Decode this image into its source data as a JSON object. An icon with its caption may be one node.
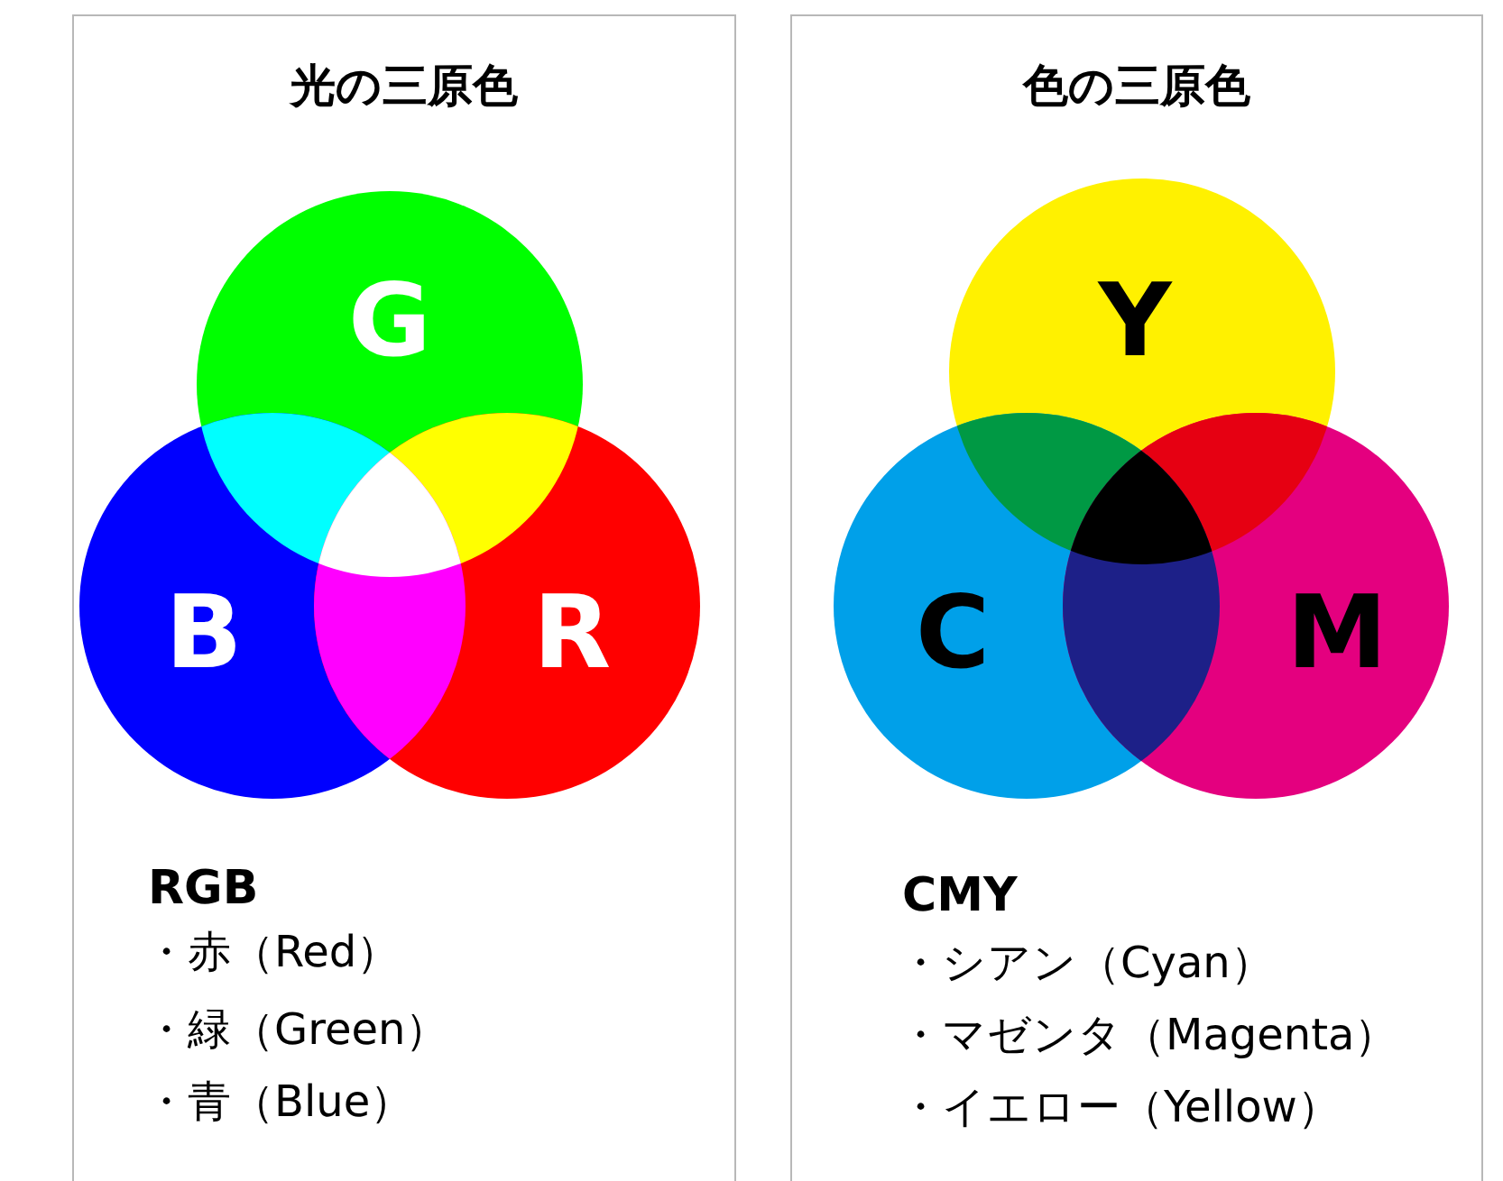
{
  "diagram": {
    "nodes": [
      {
        "text": [
          "光の三原色"
        ]
      },
      {
        "text": [
          "G"
        ],
        "in": 0
      },
      {
        "text": [
          "B"
        ],
        "in": 0
      },
      {
        "text": [
          "R"
        ],
        "in": 0
      },
      {
        "text": [
          "色の三原色"
        ]
      },
      {
        "text": [
          "Y"
        ],
        "in": 4
      },
      {
        "text": [
          "C"
        ],
        "in": 4
      },
      {
        "text": [
          "M"
        ],
        "in": 4
      }
    ],
    "edges": [],
    "labels": [
      "RGB",
      "・赤（Red）",
      "・緑（Green）",
      "・青（Blue）",
      "CMY",
      "・シアン（Cyan）",
      "・マゼンタ（Magenta）",
      "・イエロー（Yellow）"
    ]
  }
}
